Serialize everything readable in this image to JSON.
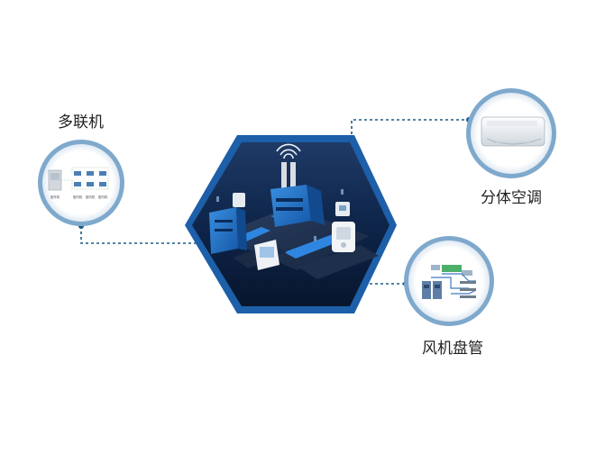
{
  "labels": {
    "multi_split": "多联机",
    "split_ac": "分体空调",
    "fan_coil": "风机盘管"
  },
  "vrf_unit_labels": [
    "室外机",
    "室内机",
    "室内机",
    "室内机"
  ],
  "colors": {
    "hex_outer": "#1d5fa8",
    "hex_inner": "#0c1f3f",
    "ring": "#7fa9cc",
    "connector": "#1b5c86",
    "platform": "#2a7fd4"
  }
}
